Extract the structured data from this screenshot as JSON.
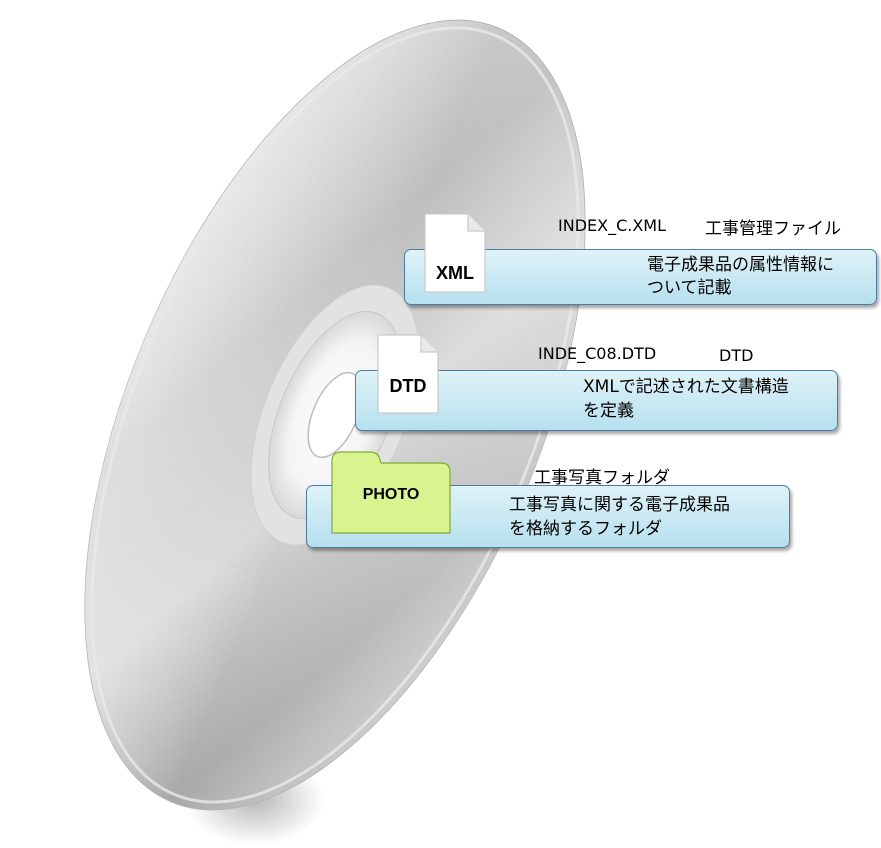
{
  "items": [
    {
      "kind": "file",
      "icon_label": "XML",
      "filename": "INDEX_C.XML",
      "title": "工事管理ファイル",
      "desc_line1": "電子成果品の属性情報に",
      "desc_line2": "ついて記載"
    },
    {
      "kind": "file",
      "icon_label": "DTD",
      "filename": "INDE_C08.DTD",
      "title": "DTD",
      "desc_line1": "XMLで記述された文書構造",
      "desc_line2": "を定義"
    },
    {
      "kind": "folder",
      "icon_label": "PHOTO",
      "title": "工事写真フォルダ",
      "desc_line1": "工事写真に関する電子成果品",
      "desc_line2": "を格納するフォルダ"
    }
  ],
  "colors": {
    "box_fill": "#c4e6f1",
    "box_border": "#4a7fa3",
    "folder_fill": "#d9f48f",
    "folder_border": "#7fa83a",
    "disc_light": "#f2f2f2",
    "disc_dark": "#9a9a9a"
  }
}
